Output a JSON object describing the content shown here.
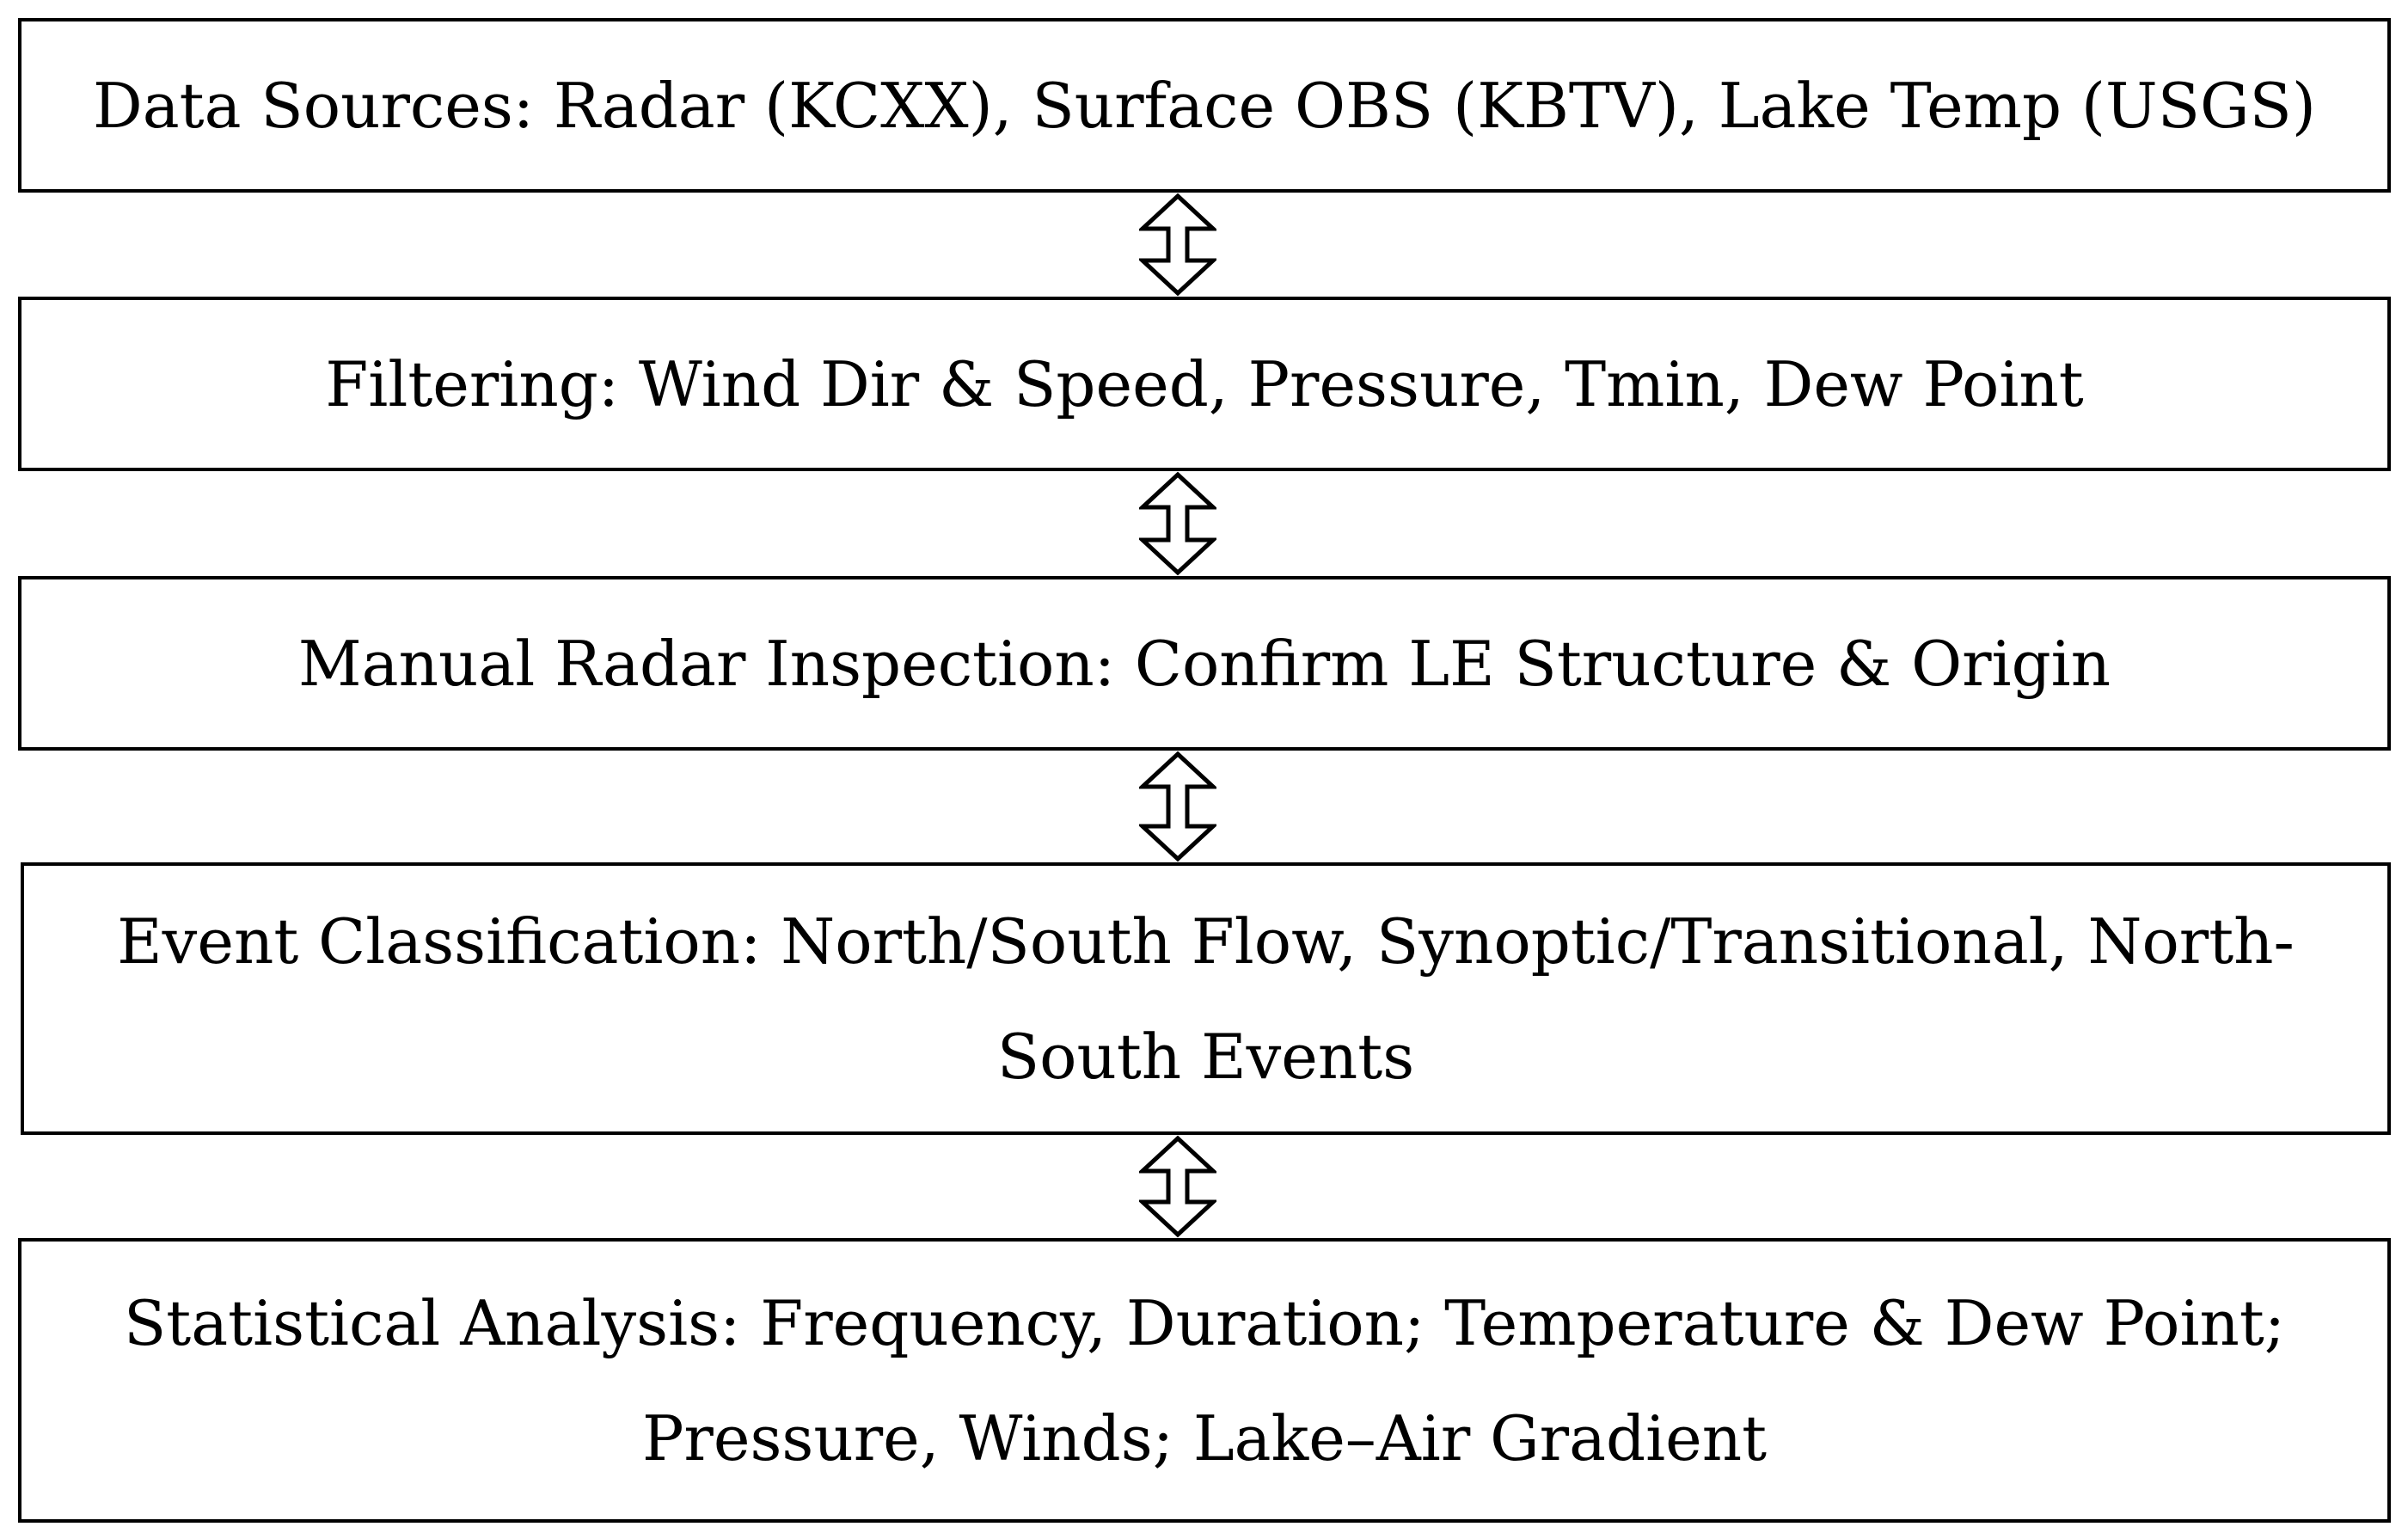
{
  "steps": [
    {
      "label": "Data Sources: Radar (KCXX), Surface OBS (KBTV), Lake Temp (USGS)"
    },
    {
      "label": "Filtering: Wind Dir & Speed, Pressure, Tmin, Dew Point"
    },
    {
      "label": "Manual Radar Inspection: Confirm LE Structure & Origin"
    },
    {
      "label": "Event Classification: North/South Flow, Synoptic/Transitional, North-South Events"
    },
    {
      "label": "Statistical Analysis: Frequency, Duration; Temperature & Dew Point; Pressure, Winds; Lake–Air Gradient"
    }
  ],
  "connectors": [
    {
      "direction": "bidirectional",
      "icon": "double-headed-arrow-icon"
    },
    {
      "direction": "bidirectional",
      "icon": "double-headed-arrow-icon"
    },
    {
      "direction": "bidirectional",
      "icon": "double-headed-arrow-icon"
    },
    {
      "direction": "bidirectional",
      "icon": "double-headed-arrow-icon"
    }
  ],
  "colors": {
    "stroke": "#000000",
    "background": "#ffffff"
  }
}
